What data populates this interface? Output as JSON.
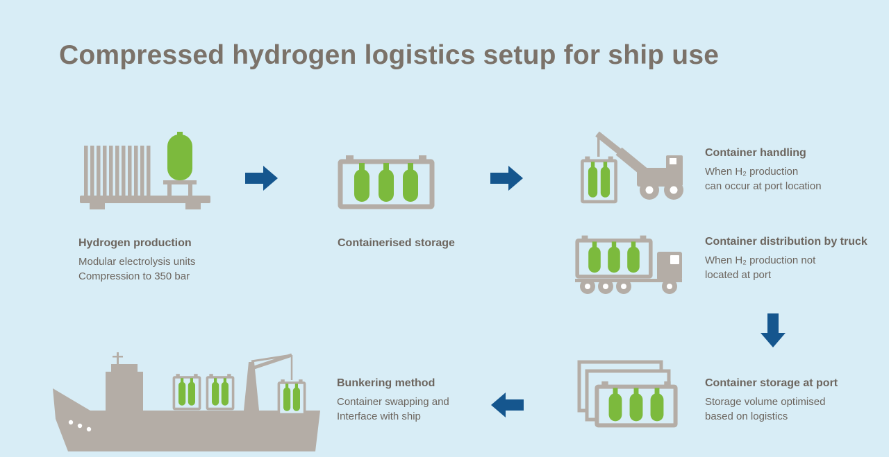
{
  "title": "Compressed hydrogen logistics setup for ship use",
  "colors": {
    "background": "#d8edf6",
    "icon_gray": "#b4ada6",
    "hydrogen_green": "#7cba3d",
    "arrow_blue": "#15568e",
    "title_text": "#7b7269",
    "body_text": "#6c655e"
  },
  "steps": {
    "hydrogen_production": {
      "label": "Hydrogen production",
      "lines": [
        "Modular electrolysis units",
        "Compression to 350 bar"
      ]
    },
    "containerised_storage": {
      "label": "Containerised storage",
      "lines": []
    },
    "container_handling": {
      "label": "Container handling",
      "lines": [
        "When H₂ production",
        "can occur at port location"
      ]
    },
    "container_distribution": {
      "label": "Container distribution by truck",
      "lines": [
        "When H₂ production not",
        "located at port"
      ]
    },
    "container_storage_port": {
      "label": "Container storage at port",
      "lines": [
        "Storage volume optimised",
        "based on logistics"
      ]
    },
    "bunkering": {
      "label": "Bunkering method",
      "lines": [
        "Container swapping and",
        "Interface with ship"
      ]
    }
  },
  "icons": {
    "hydrogen_production": "electrolysis-unit-with-tank-icon",
    "containerised_storage": "storage-container-icon",
    "container_handling": "mobile-crane-icon",
    "container_distribution": "container-truck-icon",
    "container_storage_port": "stacked-containers-icon",
    "bunkering": "cargo-ship-icon"
  },
  "arrows": [
    {
      "name": "arrow-1",
      "direction": "right"
    },
    {
      "name": "arrow-2",
      "direction": "right"
    },
    {
      "name": "arrow-3",
      "direction": "down"
    },
    {
      "name": "arrow-4",
      "direction": "left"
    }
  ]
}
